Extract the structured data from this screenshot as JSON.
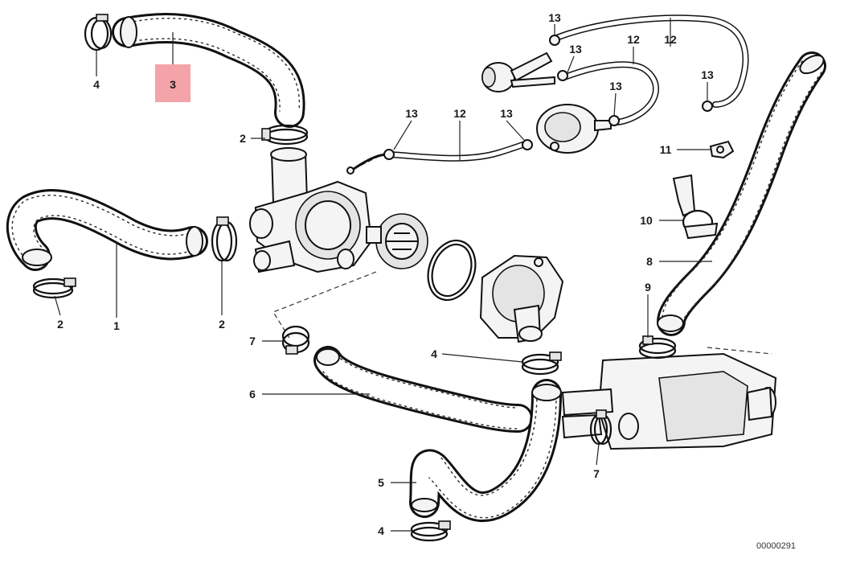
{
  "labels": {
    "hose_1": "1",
    "clamp_2a": "2",
    "clamp_2b": "2",
    "clamp_2c": "2",
    "hose_3": "3",
    "clamp_4a": "4",
    "clamp_4b": "4",
    "clamp_4c": "4",
    "hose_5": "5",
    "hose_6": "6",
    "clamp_7a": "7",
    "clamp_7b": "7",
    "hose_8": "8",
    "clamp_9": "9",
    "bracket_10": "10",
    "clip_11": "11",
    "line_12a": "12",
    "line_12b": "12",
    "line_12c": "12",
    "clip_13a": "13",
    "clip_13b": "13",
    "clip_13c": "13",
    "clip_13d": "13",
    "clip_13e": "13",
    "clip_13f": "13"
  },
  "catalog_number": "00000291",
  "colors": {
    "highlight": "#f4a3a8",
    "line": "#111111"
  }
}
